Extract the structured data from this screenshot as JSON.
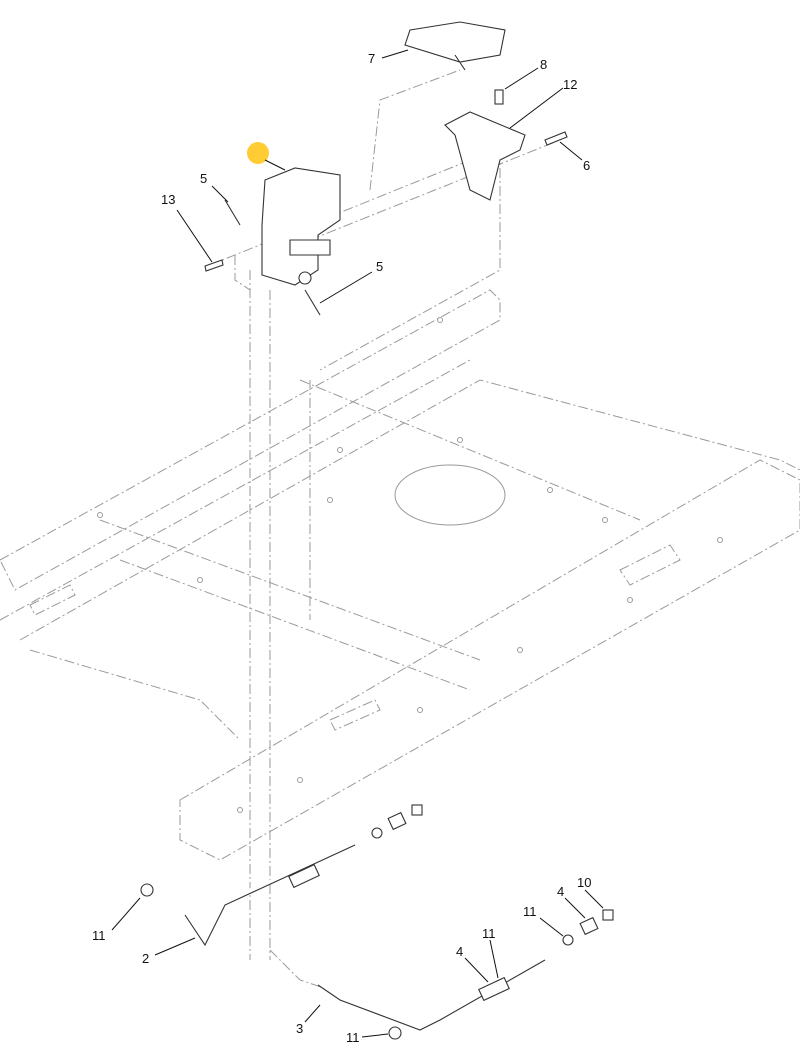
{
  "diagram": {
    "highlight_color": "#FFCC33",
    "callouts": {
      "c7": "7",
      "c8": "8",
      "c12": "12",
      "c6": "6",
      "c5a": "5",
      "c13": "13",
      "c5b": "5",
      "c11a": "11",
      "c2": "2",
      "c10": "10",
      "c4a": "4",
      "c11b": "11",
      "c11c": "11",
      "c4b": "4",
      "c3": "3",
      "c11d": "11"
    }
  }
}
